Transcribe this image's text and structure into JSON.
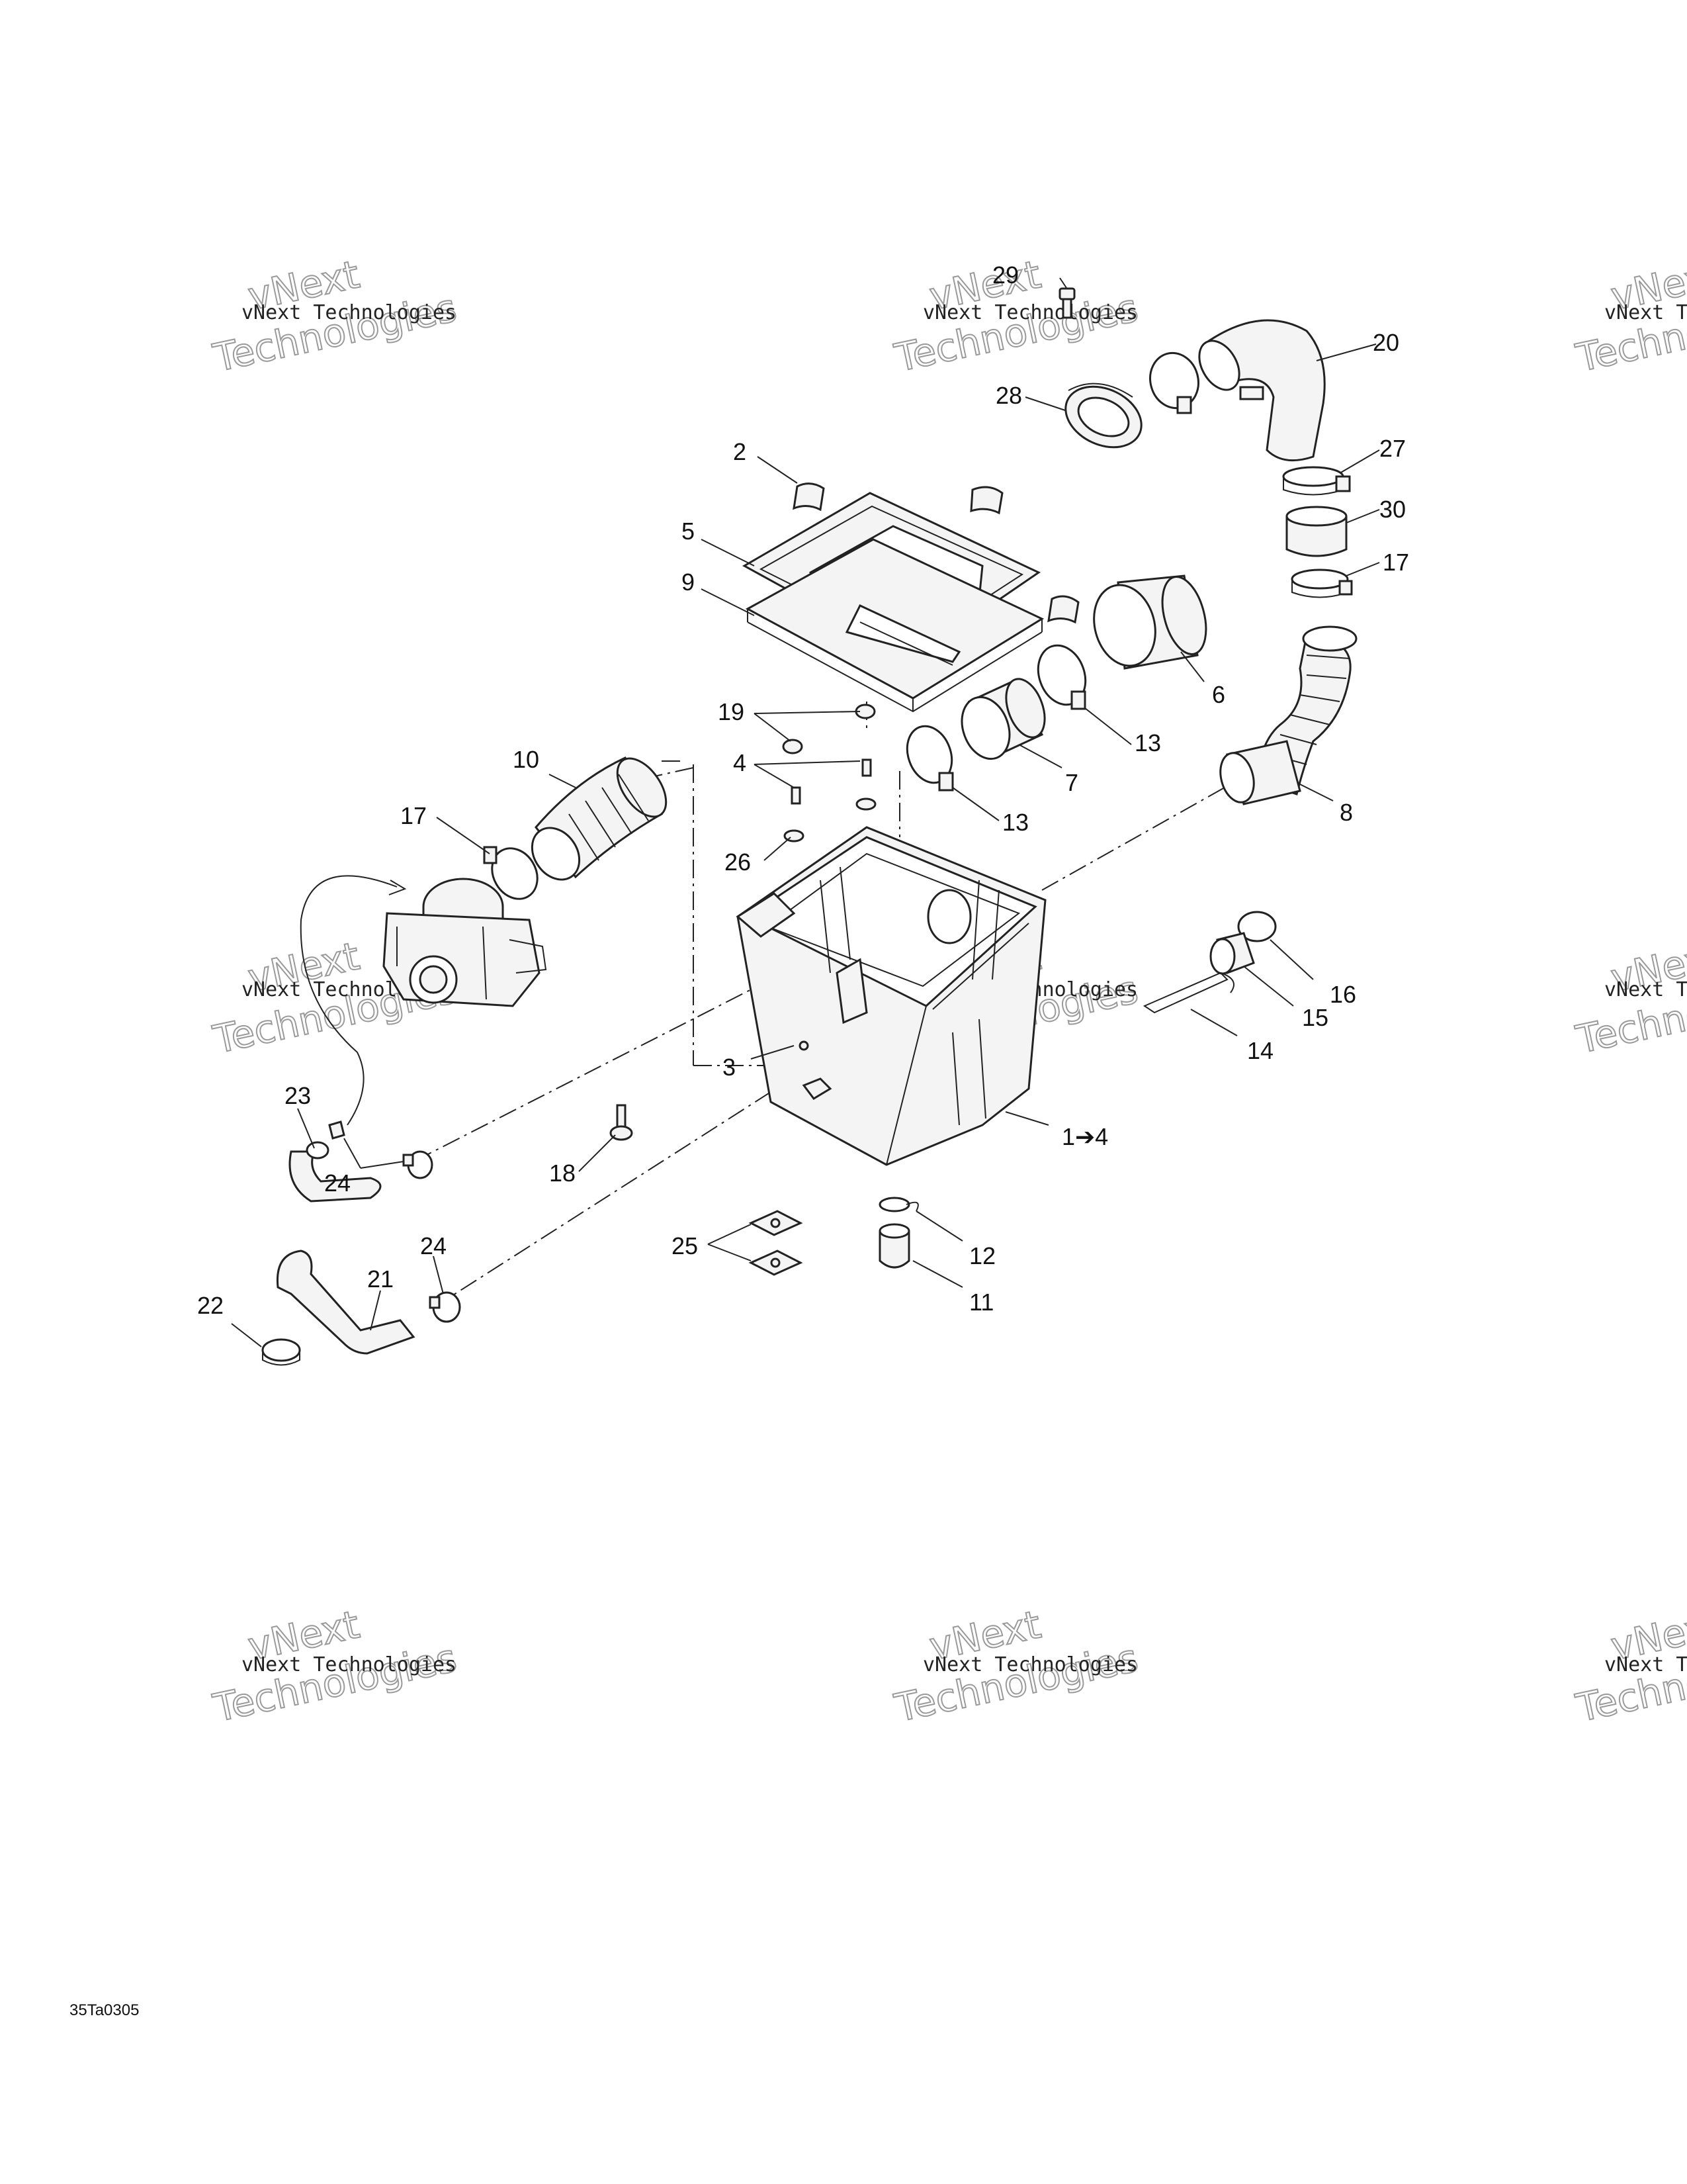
{
  "diagram": {
    "drawing_code": "35Ta0305",
    "watermark": {
      "line1": "vNext Technologies",
      "big_word1": "vNext",
      "big_word2": "Technologies"
    },
    "callouts": {
      "c29": "29",
      "c20": "20",
      "c28": "28",
      "c27": "27",
      "c30": "30",
      "c17a": "17",
      "c2": "2",
      "c5": "5",
      "c9": "9",
      "c6": "6",
      "c13a": "13",
      "c7": "7",
      "c13b": "13",
      "c8": "8",
      "c19": "19",
      "c4": "4",
      "c26": "26",
      "c10": "10",
      "c17b": "17",
      "c3": "3",
      "c16": "16",
      "c15": "15",
      "c14": "14",
      "c1": "1➔4",
      "c23": "23",
      "c24a": "24",
      "c18": "18",
      "c12": "12",
      "c11": "11",
      "c25": "25",
      "c24b": "24",
      "c21": "21",
      "c22": "22"
    }
  }
}
